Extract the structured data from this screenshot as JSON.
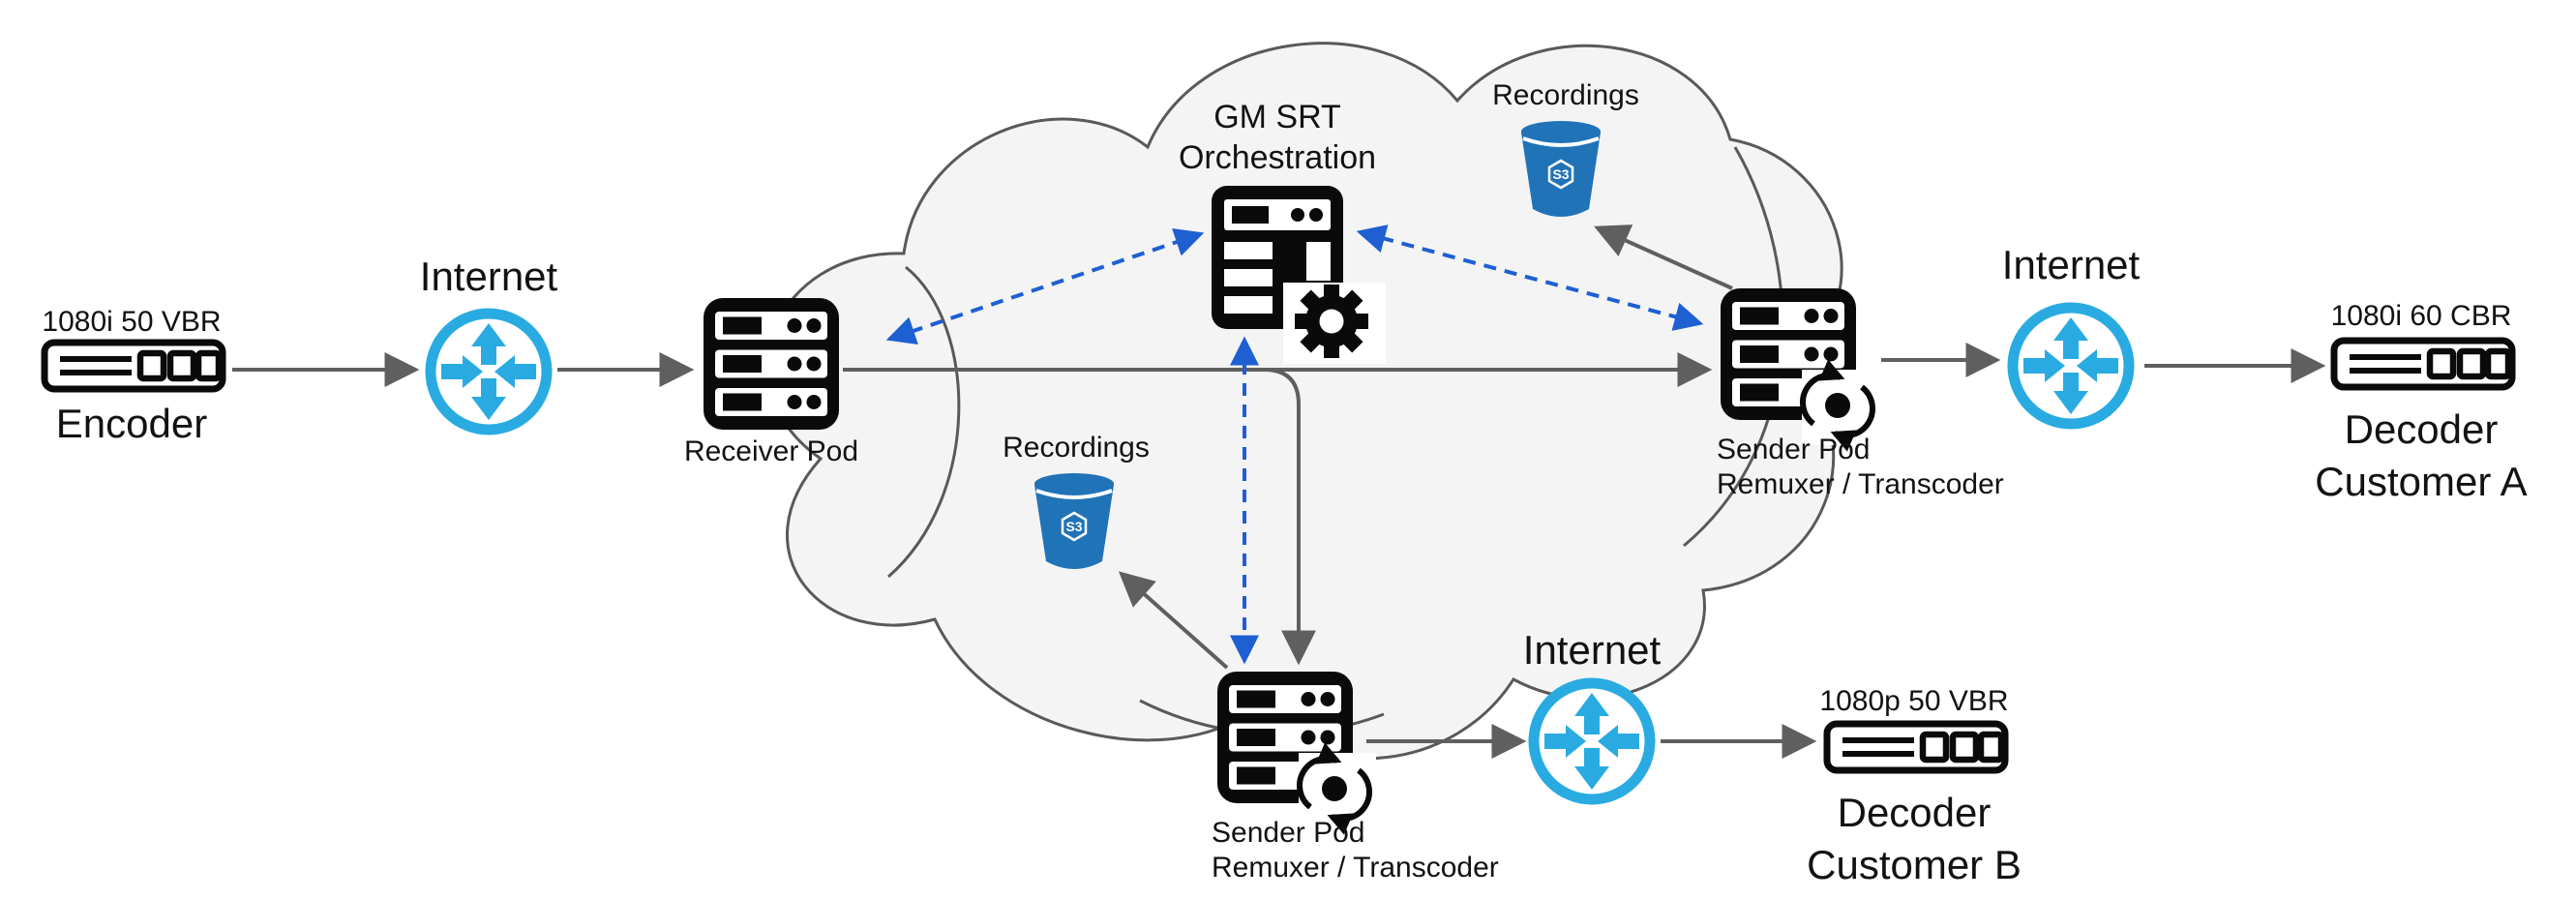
{
  "colors": {
    "router_blue": "#29ABE2",
    "bucket_blue": "#2173B8",
    "orchestration_dashed_blue": "#1E5FD2",
    "arrow_gray": "#5F5F5F",
    "cloud_fill": "#F4F4F4",
    "cloud_stroke": "#595959",
    "icon_black": "#0A0A0A"
  },
  "nodes": {
    "encoder": {
      "format": "1080i 50 VBR",
      "label": "Encoder"
    },
    "internet_ingress": {
      "label": "Internet"
    },
    "receiver_pod": {
      "label": "Receiver Pod"
    },
    "orchestration": {
      "label_line1": "GM SRT",
      "label_line2": "Orchestration"
    },
    "recordings_top": {
      "label": "Recordings",
      "emblem": "S3"
    },
    "recordings_bottom": {
      "label": "Recordings",
      "emblem": "S3"
    },
    "sender_pod_a": {
      "label_line1": "Sender Pod",
      "label_line2": "Remuxer / Transcoder"
    },
    "internet_egress_a": {
      "label": "Internet"
    },
    "decoder_a": {
      "format": "1080i 60 CBR",
      "label_line1": "Decoder",
      "label_line2": "Customer A"
    },
    "sender_pod_b": {
      "label_line1": "Sender Pod",
      "label_line2": "Remuxer / Transcoder"
    },
    "internet_egress_b": {
      "label": "Internet"
    },
    "decoder_b": {
      "format": "1080p 50 VBR",
      "label_line1": "Decoder",
      "label_line2": "Customer B"
    }
  },
  "edges": [
    {
      "from": "encoder",
      "to": "internet-ingress",
      "style": "solid",
      "bidirectional": false
    },
    {
      "from": "internet-ingress",
      "to": "receiver-pod",
      "style": "solid",
      "bidirectional": false
    },
    {
      "from": "receiver-pod",
      "to": "sender-pod-a",
      "style": "solid",
      "bidirectional": false
    },
    {
      "from": "receiver-pod",
      "to": "sender-pod-b",
      "style": "solid",
      "bidirectional": false
    },
    {
      "from": "sender-pod-a",
      "to": "recordings-top",
      "style": "solid",
      "bidirectional": false
    },
    {
      "from": "sender-pod-b",
      "to": "recordings-bottom",
      "style": "solid",
      "bidirectional": false
    },
    {
      "from": "sender-pod-a",
      "to": "internet-egress-a",
      "style": "solid",
      "bidirectional": false
    },
    {
      "from": "internet-egress-a",
      "to": "decoder-a",
      "style": "solid",
      "bidirectional": false
    },
    {
      "from": "sender-pod-b",
      "to": "internet-egress-b",
      "style": "solid",
      "bidirectional": false
    },
    {
      "from": "internet-egress-b",
      "to": "decoder-b",
      "style": "solid",
      "bidirectional": false
    },
    {
      "from": "receiver-pod",
      "to": "orchestration",
      "style": "dashed",
      "bidirectional": true
    },
    {
      "from": "orchestration",
      "to": "sender-pod-a",
      "style": "dashed",
      "bidirectional": true
    },
    {
      "from": "orchestration",
      "to": "sender-pod-b",
      "style": "dashed",
      "bidirectional": true
    }
  ]
}
